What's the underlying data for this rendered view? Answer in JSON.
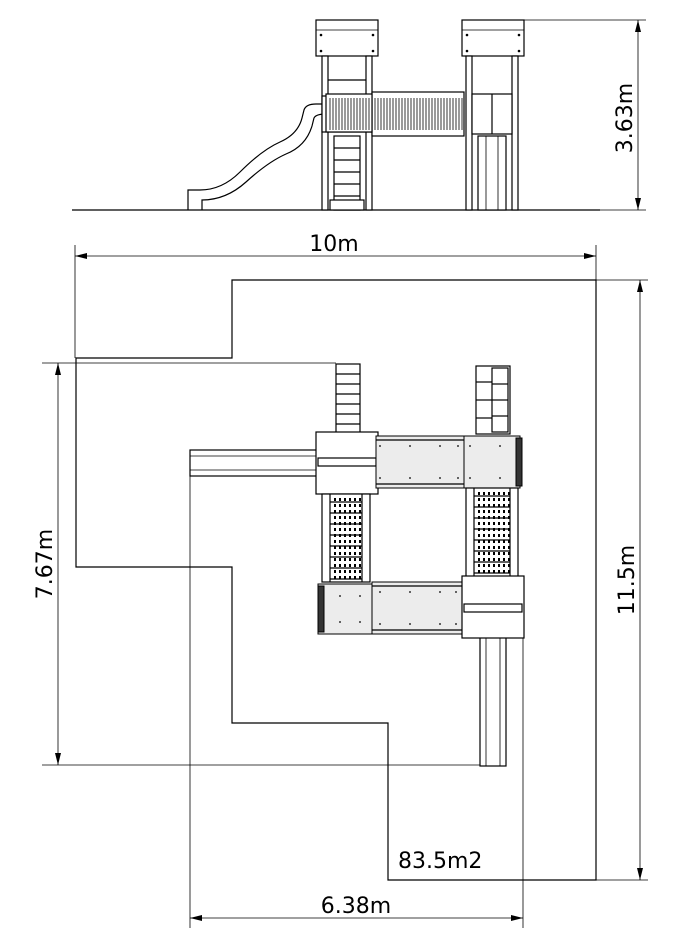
{
  "dimensions": {
    "height": "3.63m",
    "width_total": "10m",
    "depth_left": "7.67m",
    "depth_total": "11.5m",
    "width_bottom": "6.38m"
  },
  "area": "83.5m2"
}
